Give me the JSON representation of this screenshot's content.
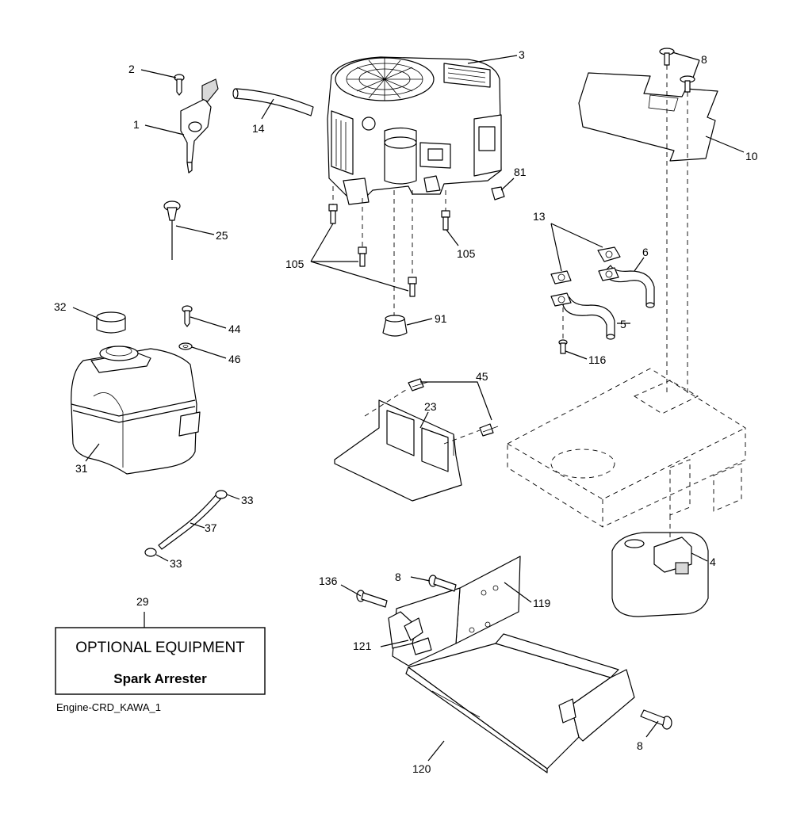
{
  "callouts": {
    "c1": "1",
    "c2": "2",
    "c3": "3",
    "c4": "4",
    "c5": "5",
    "c6": "6",
    "c8a": "8",
    "c8b": "8",
    "c8c": "8",
    "c10": "10",
    "c13": "13",
    "c14": "14",
    "c23": "23",
    "c25": "25",
    "c29": "29",
    "c31": "31",
    "c32": "32",
    "c33a": "33",
    "c33b": "33",
    "c37": "37",
    "c44": "44",
    "c45": "45",
    "c46": "46",
    "c81": "81",
    "c91": "91",
    "c105a": "105",
    "c105b": "105",
    "c116": "116",
    "c119": "119",
    "c120": "120",
    "c121": "121",
    "c136": "136"
  },
  "optional_box": {
    "line1": "OPTIONAL EQUIPMENT",
    "line2": "Spark Arrester"
  },
  "reference": "Engine-CRD_KAWA_1"
}
